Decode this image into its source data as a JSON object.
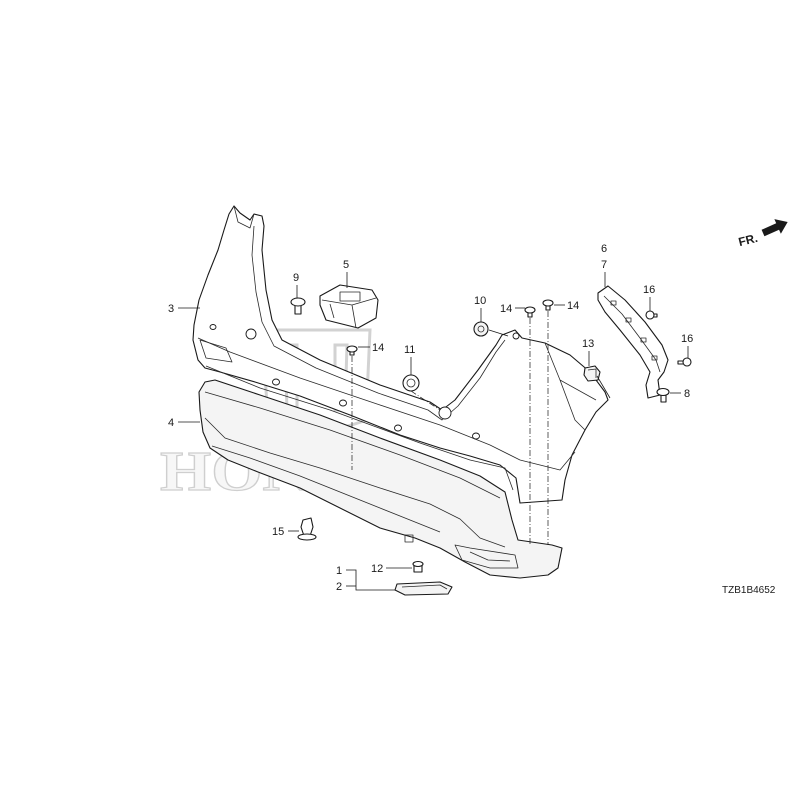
{
  "callouts": {
    "c1": "1",
    "c2": "2",
    "c3": "3",
    "c4": "4",
    "c5": "5",
    "c6": "6",
    "c7": "7",
    "c8": "8",
    "c9": "9",
    "c10": "10",
    "c11": "11",
    "c12": "12",
    "c13": "13",
    "c14a": "14",
    "c14b": "14",
    "c14c": "14",
    "c15": "15",
    "c16a": "16",
    "c16b": "16"
  },
  "direction_label": "FR.",
  "direction_icon": "arrow-front-icon",
  "diagram_code": "TZB1B4652",
  "watermark": "HONDA",
  "colors": {
    "line": "#1a1a1a",
    "watermark": "#cfcfcf",
    "background": "#ffffff"
  }
}
